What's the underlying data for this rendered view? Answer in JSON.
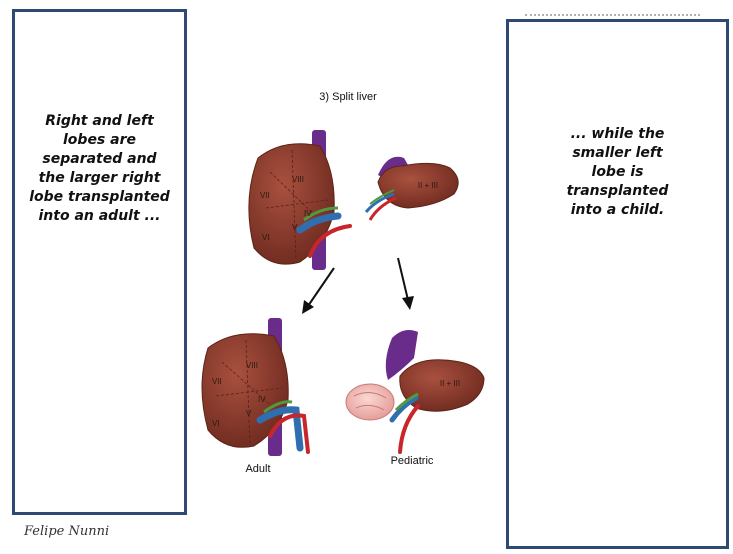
{
  "left_panel": {
    "text": "Right and left lobes are separated and the larger right lobe transplanted into an adult ..."
  },
  "right_panel": {
    "text": "... while the smaller left lobe is transplanted into a child."
  },
  "diagram": {
    "title": "3) Split liver",
    "segments_right": [
      "VII",
      "VIII",
      "IV",
      "V",
      "VI"
    ],
    "segment_left": "II + III",
    "label_adult": "Adult",
    "label_pediatric": "Pediatric"
  },
  "signature": "Felipe Nunni",
  "colors": {
    "panel_border": "#2e4a74",
    "liver": "#8c3a2c",
    "vena_cava": "#6a2c8a",
    "portal_vein": "#2f6fb0",
    "artery": "#c8262a",
    "bile_duct": "#4f9a3f"
  }
}
